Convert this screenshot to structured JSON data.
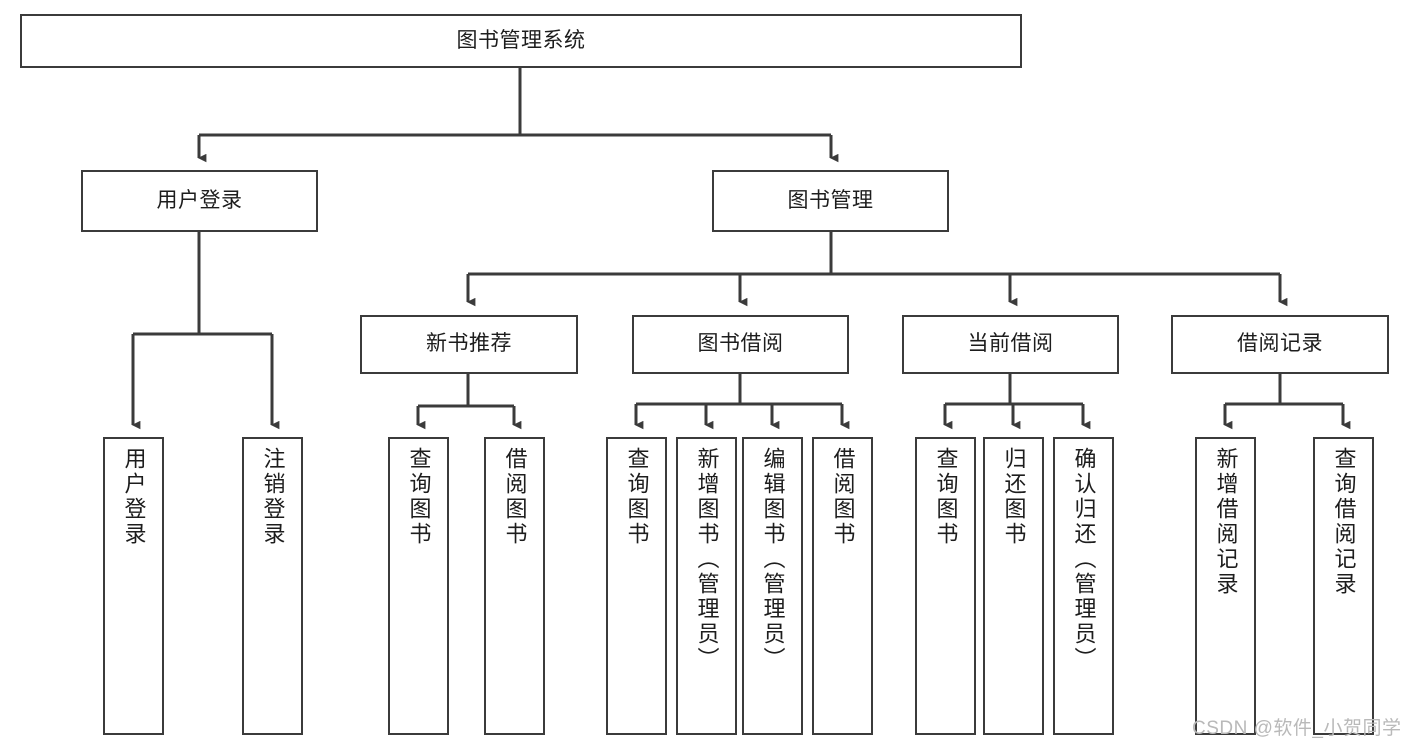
{
  "diagram": {
    "title": "图书管理系统",
    "type": "tree-hierarchy-chart",
    "root": {
      "label": "图书管理系统"
    },
    "level2": [
      {
        "label": "用户登录"
      },
      {
        "label": "图书管理"
      }
    ],
    "level3": [
      {
        "label": "新书推荐"
      },
      {
        "label": "图书借阅"
      },
      {
        "label": "当前借阅"
      },
      {
        "label": "借阅记录"
      }
    ],
    "leaves": [
      {
        "label": "用户登录"
      },
      {
        "label": "注销登录"
      },
      {
        "label": "查询图书"
      },
      {
        "label": "借阅图书"
      },
      {
        "label": "查询图书"
      },
      {
        "label": "新增图书（管理员）"
      },
      {
        "label": "编辑图书（管理员）"
      },
      {
        "label": "借阅图书"
      },
      {
        "label": "查询图书"
      },
      {
        "label": "归还图书"
      },
      {
        "label": "确认归还（管理员）"
      },
      {
        "label": "新增借阅记录"
      },
      {
        "label": "查询借阅记录"
      }
    ]
  },
  "watermark": {
    "text": "CSDN @软件_小贺同学"
  },
  "colors": {
    "stroke": "#3b3b3b",
    "fill": "#ffffff",
    "text": "#1d1d1d",
    "watermark": "#b9b9b9"
  }
}
